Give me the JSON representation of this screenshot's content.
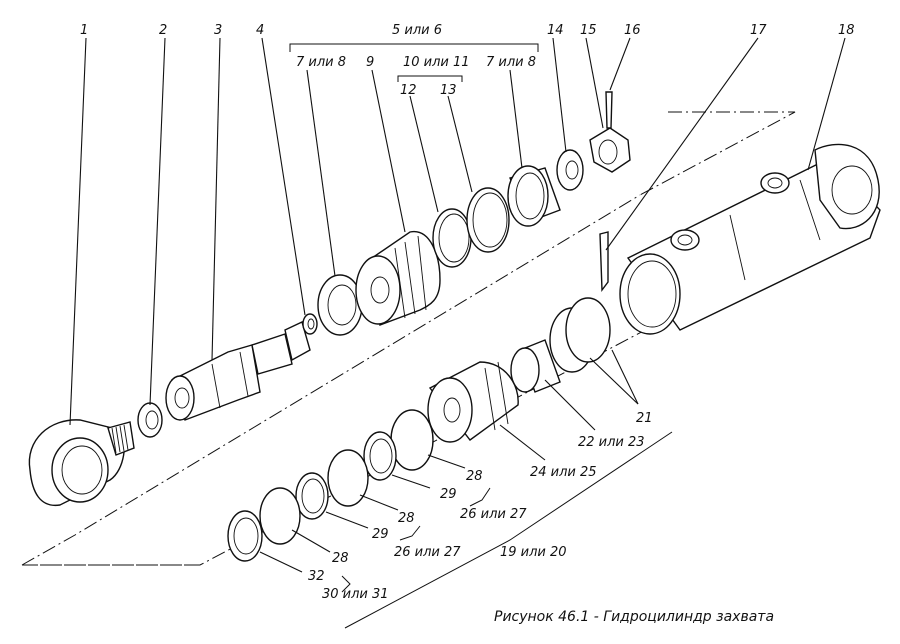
{
  "caption": "Рисунок 46.1 - Гидроцилиндр захвата",
  "callouts": {
    "c1": "1",
    "c2": "2",
    "c3": "3",
    "c4": "4",
    "c5or6": "5 или 6",
    "c7or8a": "7 или 8",
    "c9": "9",
    "c10or11": "10 или 11",
    "c12": "12",
    "c13": "13",
    "c7or8b": "7 или 8",
    "c14": "14",
    "c15": "15",
    "c16": "16",
    "c17": "17",
    "c18": "18",
    "c21": "21",
    "c22or23": "22 или 23",
    "c24or25": "24 или 25",
    "c28a": "28",
    "c29a": "29",
    "c26or27a": "26 или 27",
    "c28b": "28",
    "c29b": "29",
    "c26or27b": "26 или 27",
    "c28c": "28",
    "c32": "32",
    "c30or31": "30 или 31",
    "c19or20": "19 или 20"
  }
}
